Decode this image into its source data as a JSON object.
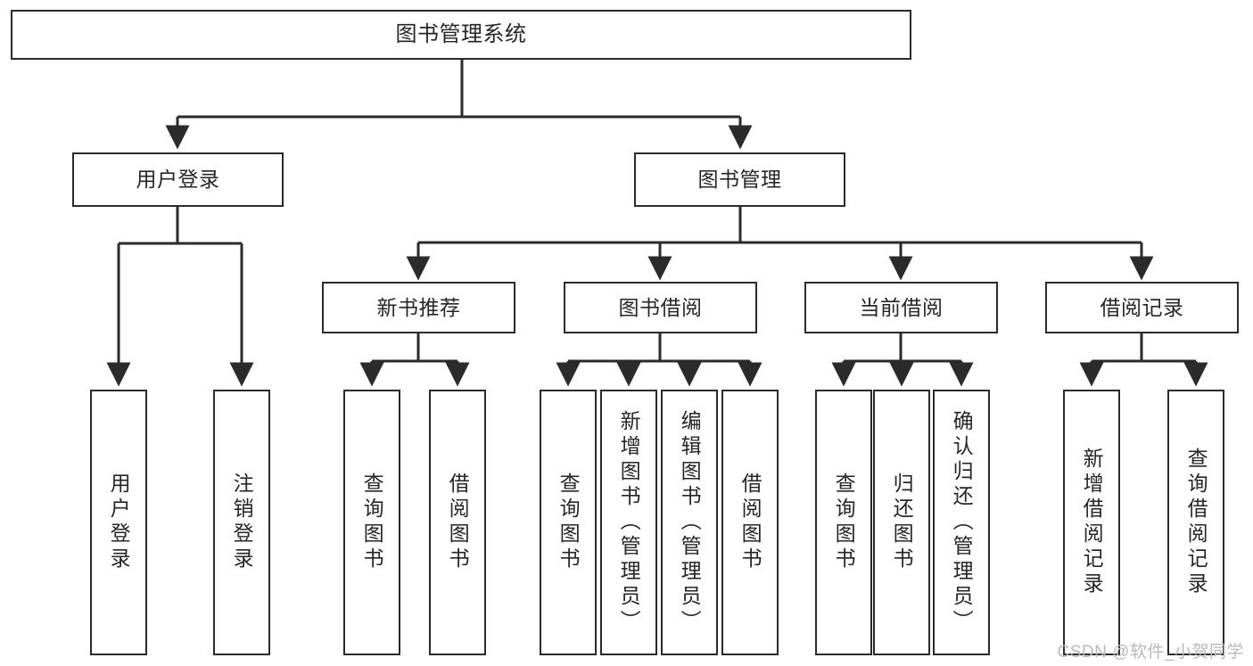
{
  "diagram": {
    "title": "图书管理系统",
    "type": "tree-hierarchy-chart",
    "watermark": "CSDN @软件_小贺同学",
    "colors": {
      "stroke": "#2b2b2b",
      "fill": "#ffffff",
      "text": "#262626",
      "watermark": "#b9b9b9"
    },
    "root": {
      "label": "图书管理系统"
    },
    "level2": [
      {
        "label": "用户登录"
      },
      {
        "label": "图书管理"
      }
    ],
    "level3": [
      {
        "label": "新书推荐"
      },
      {
        "label": "图书借阅"
      },
      {
        "label": "当前借阅"
      },
      {
        "label": "借阅记录"
      }
    ],
    "leaves": {
      "user_login": [
        {
          "label": "用户登录"
        },
        {
          "label": "注销登录"
        }
      ],
      "new_book_recommend": [
        {
          "label": "查询图书"
        },
        {
          "label": "借阅图书"
        }
      ],
      "book_borrow": [
        {
          "label": "查询图书"
        },
        {
          "label": "新增图书（管理员）"
        },
        {
          "label": "编辑图书（管理员）"
        },
        {
          "label": "借阅图书"
        }
      ],
      "current_borrow": [
        {
          "label": "查询图书"
        },
        {
          "label": "归还图书"
        },
        {
          "label": "确认归还（管理员）"
        }
      ],
      "borrow_records": [
        {
          "label": "新增借阅记录"
        },
        {
          "label": "查询借阅记录"
        }
      ]
    }
  }
}
